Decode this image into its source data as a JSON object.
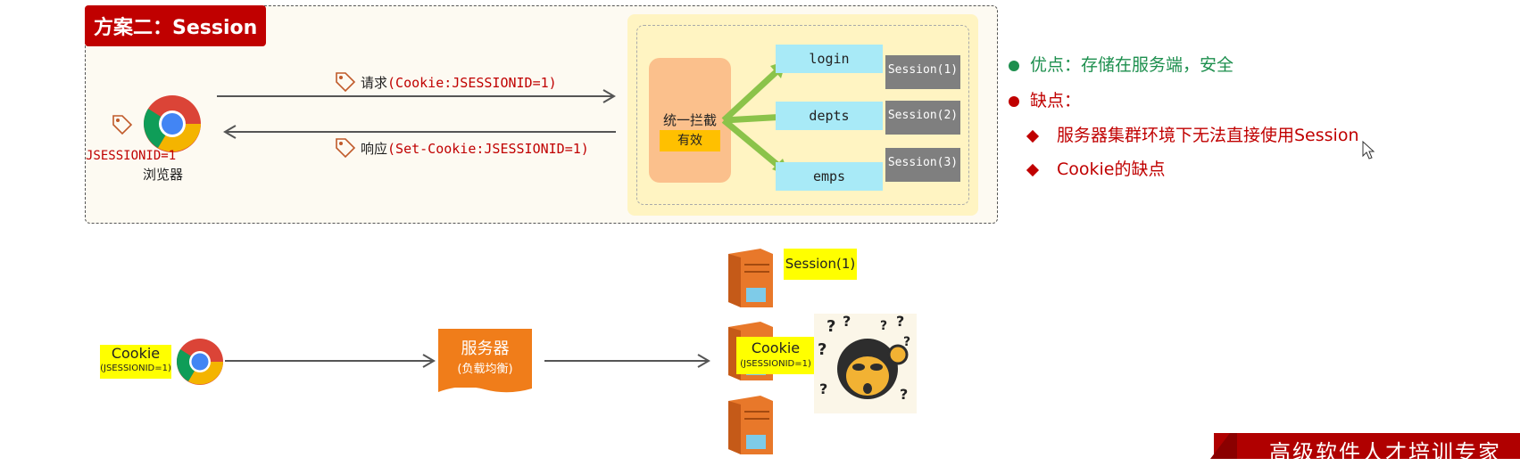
{
  "slide": {
    "title": "方案二：Session",
    "request_prefix": "请求",
    "request_code": "(Cookie:JSESSIONID=1)",
    "response_prefix": "响应",
    "response_code": "(Set-Cookie:JSESSIONID=1)",
    "jsessionid": "JSESSIONID=1",
    "browser_label": "浏览器",
    "filter_label": "统一拦截",
    "valid_label": "有效",
    "endpoints": [
      "login",
      "depts",
      "emps"
    ],
    "sessions": [
      "Session(1)",
      "Session(2)",
      "Session(3)"
    ]
  },
  "notes": {
    "pros": "优点：存储在服务端，安全",
    "cons": "缺点：",
    "cons_items": [
      "服务器集群环境下无法直接使用Session",
      "Cookie的缺点"
    ]
  },
  "bottom": {
    "cookie_label": "Cookie",
    "cookie_sub": "(JSESSIONID=1)",
    "server_label": "服务器",
    "server_sub": "(负载均衡)",
    "session_label": "Session(1)",
    "cookie2_label": "Cookie",
    "cookie2_sub": "(JSESSIONID=1)"
  },
  "footer": {
    "text": "高级软件人才培训专家"
  },
  "colors": {
    "accent_red": "#c00000",
    "green": "#1d8f4e",
    "orange": "#f07d1a",
    "cyan": "#a8eaf7",
    "yellow": "#ffff00"
  }
}
